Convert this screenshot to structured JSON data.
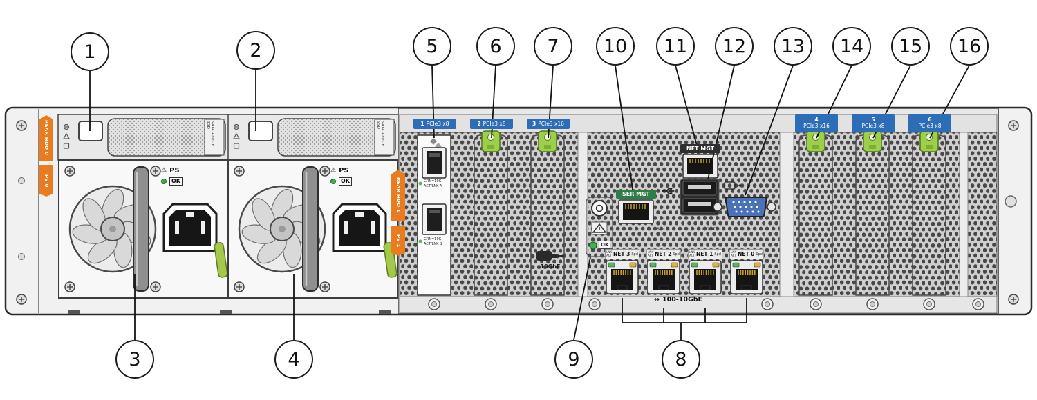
{
  "callouts": [
    "1",
    "2",
    "3",
    "4",
    "5",
    "6",
    "7",
    "8",
    "9",
    "10",
    "11",
    "12",
    "13",
    "14",
    "15",
    "16"
  ],
  "hdd": {
    "label": "SATA 480GB SSD"
  },
  "panel_tags": {
    "rear_hdd0": "REAR HDD 0",
    "ps0": "PS 0",
    "rear_hdd1": "REAR HDD 1",
    "ps1": "PS 1"
  },
  "psu": {
    "ps_label": "PS",
    "ok_label": "OK"
  },
  "pcie": {
    "left": [
      {
        "num": "1",
        "label": "PCIe3 x8"
      },
      {
        "num": "2",
        "label": "PCIe3 x8"
      },
      {
        "num": "3",
        "label": "PCIe3 x16"
      }
    ],
    "right": [
      {
        "num": "4",
        "label": "PCIe3 x16"
      },
      {
        "num": "5",
        "label": "PCIe3 x8"
      },
      {
        "num": "6",
        "label": "PCIe3 x8"
      }
    ]
  },
  "card": {
    "led_note": "GRN=10G",
    "port_a": "ACT/LNK A",
    "port_b": "ACT/LNK B",
    "badge": "10GbE"
  },
  "io": {
    "ser_mgt": "SER MGT",
    "net_mgt": "NET MGT",
    "sp": "SP",
    "host": "HOST",
    "net_ports": [
      "NET 3",
      "NET 2",
      "NET 1",
      "NET 0"
    ],
    "lnk": "LNK",
    "act": "ACT",
    "spd": "Spd",
    "speed_label": "100-10GbE"
  },
  "status": {
    "ok": "OK"
  },
  "icons": {
    "warning": "⚠",
    "arrow": "↔"
  },
  "colors": {
    "callout_stroke": "#1b1b1b",
    "pcie_label_blue": "#2d6db7",
    "tag_orange": "#e87c1e",
    "latch_green": "#9ccf4a",
    "led_green": "#3fae49",
    "led_amber": "#e2b23a",
    "ser_mgt_green": "#2f7d46"
  }
}
